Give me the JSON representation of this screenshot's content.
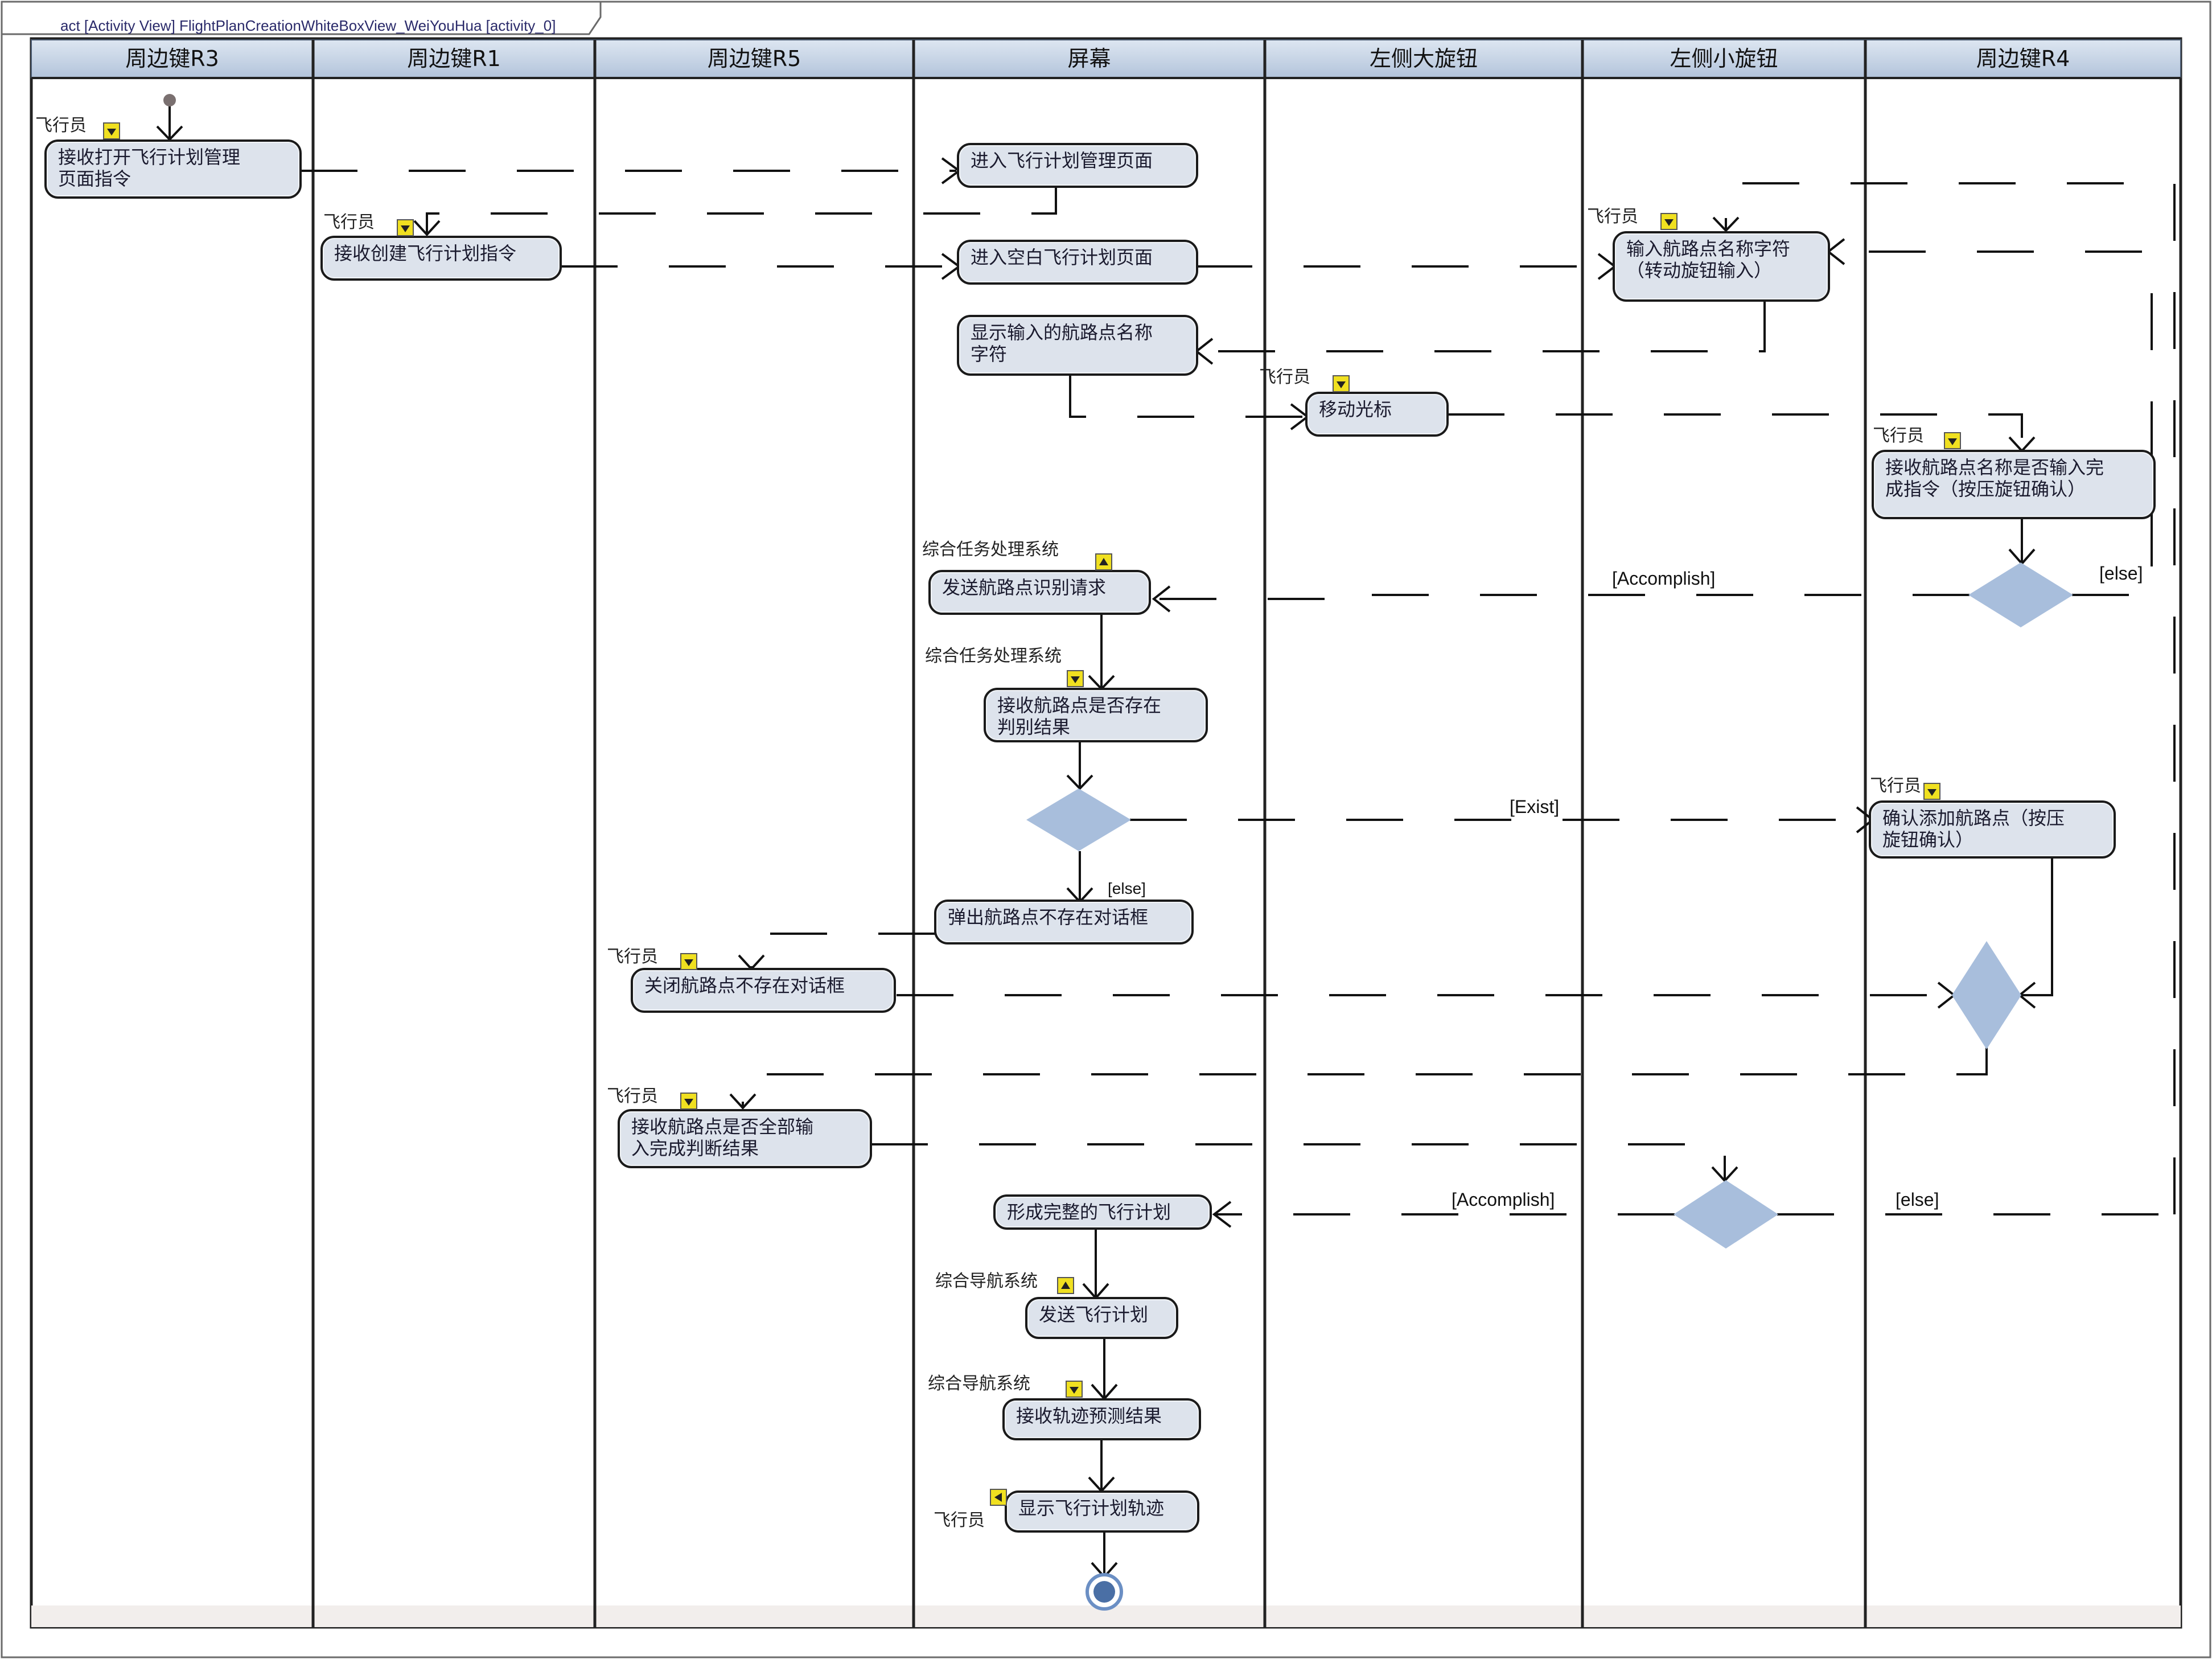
{
  "frame": {
    "title": "act [Activity View] FlightPlanCreationWhiteBoxView_WeiYouHua [activity_0]"
  },
  "lanes": [
    {
      "title": "周边键R3"
    },
    {
      "title": "周边键R1"
    },
    {
      "title": "周边键R5"
    },
    {
      "title": "屏幕"
    },
    {
      "title": "左侧大旋钮"
    },
    {
      "title": "左侧小旋钮"
    },
    {
      "title": "周边键R4"
    }
  ],
  "actions": {
    "a1": {
      "lines": [
        "接收打开飞行计划管理",
        "页面指令"
      ],
      "participant": "飞行员"
    },
    "a2": {
      "lines": [
        "进入飞行计划管理页面"
      ]
    },
    "a3": {
      "lines": [
        "接收创建飞行计划指令"
      ],
      "participant": "飞行员"
    },
    "a4": {
      "lines": [
        "进入空白飞行计划页面"
      ]
    },
    "a5": {
      "lines": [
        "输入航路点名称字符",
        "（转动旋钮输入）"
      ],
      "participant": "飞行员"
    },
    "a6": {
      "lines": [
        "显示输入的航路点名称",
        "字符"
      ]
    },
    "a7": {
      "lines": [
        "移动光标"
      ],
      "participant": "飞行员"
    },
    "a8": {
      "lines": [
        "接收航路点名称是否输入完",
        "成指令（按压旋钮确认）"
      ],
      "participant": "飞行员"
    },
    "a9": {
      "lines": [
        "发送航路点识别请求"
      ],
      "participant": "综合任务处理系统"
    },
    "a10": {
      "lines": [
        "接收航路点是否存在",
        "判别结果"
      ],
      "participant": "综合任务处理系统"
    },
    "a11": {
      "lines": [
        "确认添加航路点（按压",
        "旋钮确认）"
      ],
      "participant": "飞行员"
    },
    "a12": {
      "lines": [
        "弹出航路点不存在对话框"
      ]
    },
    "a13": {
      "lines": [
        "关闭航路点不存在对话框"
      ],
      "participant": "飞行员"
    },
    "a14": {
      "lines": [
        "接收航路点是否全部输",
        "入完成判断结果"
      ],
      "participant": "飞行员"
    },
    "a15": {
      "lines": [
        "形成完整的飞行计划"
      ]
    },
    "a16": {
      "lines": [
        "发送飞行计划"
      ],
      "participant": "综合导航系统"
    },
    "a17": {
      "lines": [
        "接收轨迹预测结果"
      ],
      "participant": "综合导航系统"
    },
    "a18": {
      "lines": [
        "显示飞行计划轨迹"
      ],
      "participant": "飞行员"
    }
  },
  "guards": {
    "g1": "[else]",
    "g2": "[Accomplish]",
    "g3": "[Exist]",
    "g4": "[else]",
    "g5": "[Accomplish]",
    "g6": "[else]"
  },
  "colors": {
    "lane_header": "#c4d2e4",
    "action_fill": "#dde3ec",
    "decision_fill": "#a8bedc",
    "pin_fill": "#f0e020",
    "final_fill": "#4a6fa5"
  }
}
